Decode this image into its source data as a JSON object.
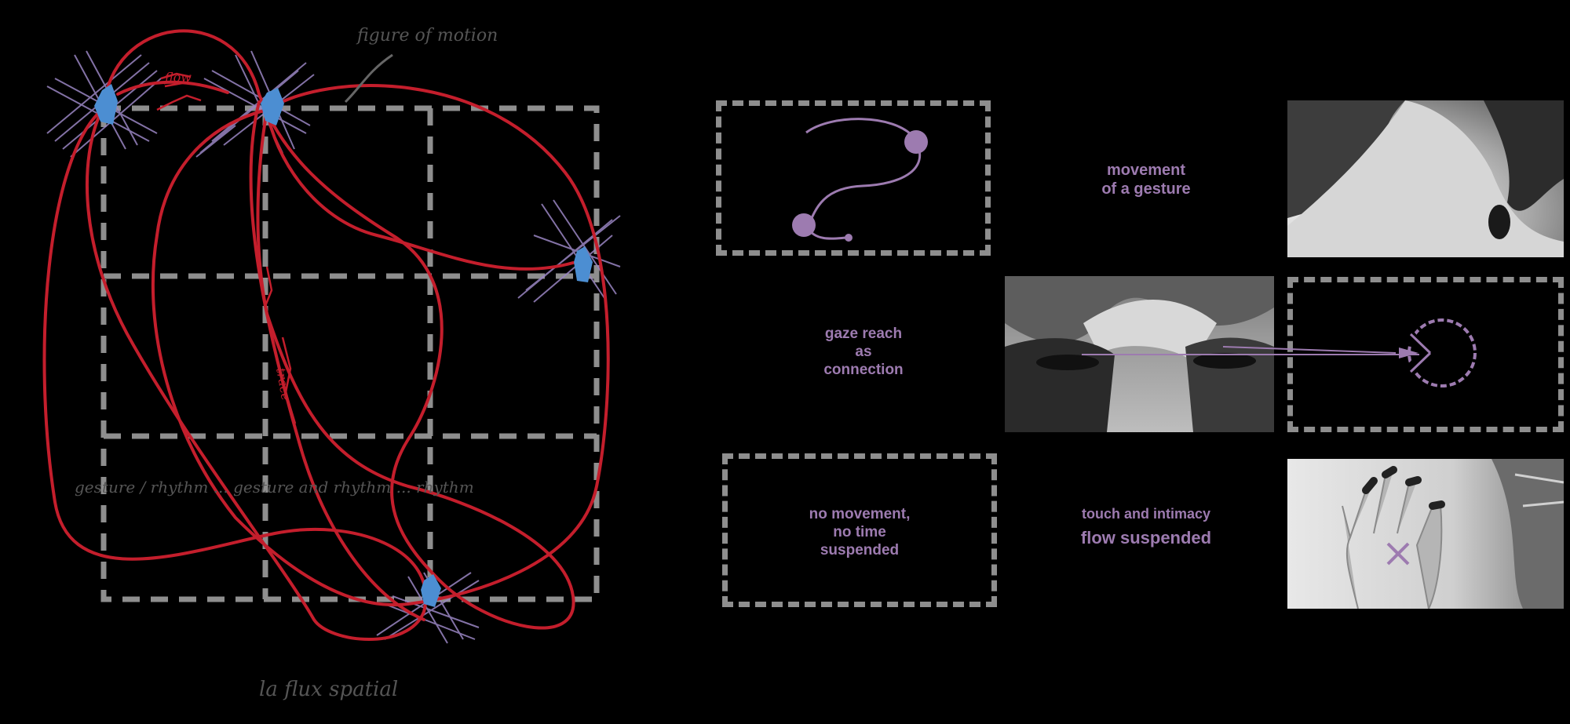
{
  "sketch": {
    "top_note": "figure of motion",
    "mid_note": "gesture / rhythm ... gesture and rhythm ... rhythm",
    "bottom_note": "la flux spatial",
    "left_red_note": "flow",
    "mid_red_note": "trace"
  },
  "row1": {
    "label_line1": "movement",
    "label_line2": "of a gesture"
  },
  "row2": {
    "label_line1": "gaze reach",
    "label_line2": "as",
    "label_line3": "connection"
  },
  "row3": {
    "box_line1": "no movement,",
    "box_line2": "no time",
    "box_line3": "suspended",
    "label_line1": "touch and intimacy",
    "label_line2": "flow suspended"
  },
  "colors": {
    "background": "#000000",
    "grid": "#8e8e8e",
    "red_loop": "#c41e2c",
    "node_blue": "#4c8ed2",
    "hatch_purple": "#9b86c4",
    "accent_purple": "#9d7bb0"
  },
  "icons": {
    "close_mark": "x-mark-icon",
    "hollow_circle": "pacman-circle-icon"
  }
}
